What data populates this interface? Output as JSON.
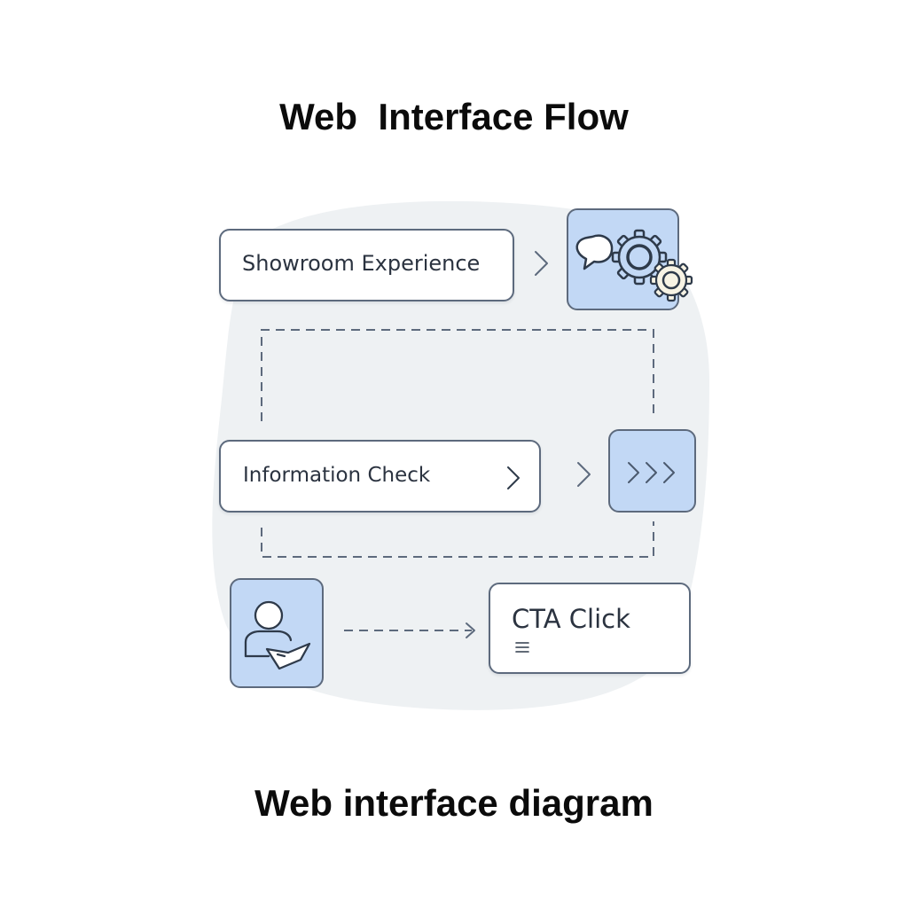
{
  "title": "Web  Interface Flow",
  "caption": "Web interface diagram",
  "steps": {
    "showroom": {
      "label": "Showroom Experience"
    },
    "info_check": {
      "label": "Information Check"
    },
    "cta": {
      "label": "CTA Click"
    }
  },
  "icons": {
    "tile_top": [
      "chat-bubble-icon",
      "gear-icon",
      "small-gear-icon"
    ],
    "tile_middle": [
      "triple-chevron-icon"
    ],
    "tile_bottom": [
      "user-with-document-icon"
    ],
    "cta_box": [
      "menu-lines-icon"
    ]
  },
  "colors": {
    "tile_fill": "#c2d8f5",
    "outline": "#5d6a7d",
    "blob": "#eef1f3",
    "gear_fill": "#f7f3e4",
    "text": "#2b3340"
  }
}
